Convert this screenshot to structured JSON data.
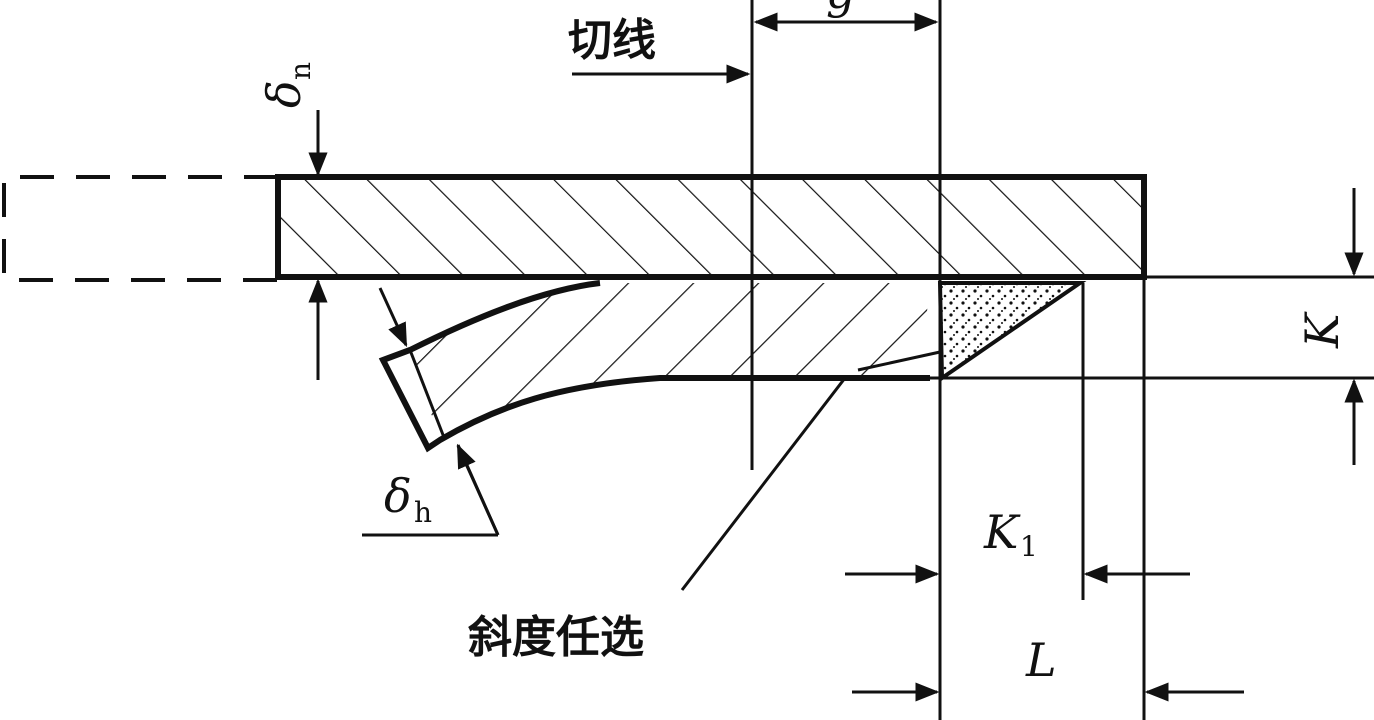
{
  "labels": {
    "tangent_line": "切线",
    "delta_n": "δ",
    "delta_n_sub": "n",
    "delta_h": "δ",
    "delta_h_sub": "h",
    "k": "K",
    "k1": "K",
    "k1_sub": "1",
    "l": "L",
    "slope_optional": "斜度任选",
    "top_dim_partial": "g"
  },
  "colors": {
    "ink": "#111111",
    "background": "#ffffff"
  }
}
